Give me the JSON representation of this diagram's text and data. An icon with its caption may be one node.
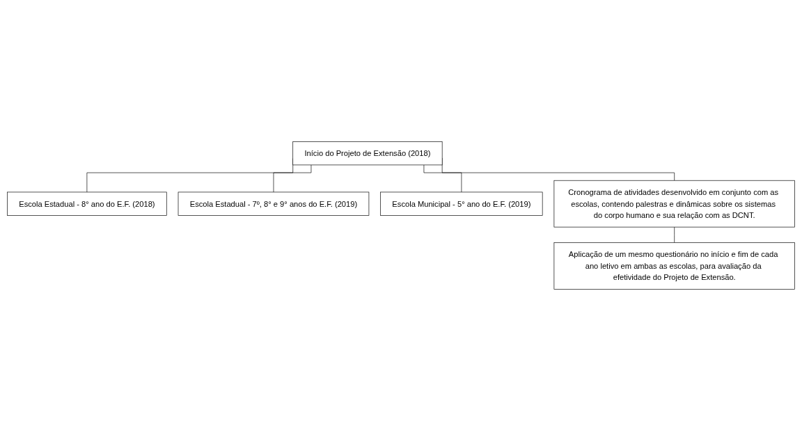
{
  "diagram": {
    "nodes": [
      {
        "text": [
          "Início do Projeto de Extensão (2018)"
        ]
      },
      {
        "text": [
          "Escola Estadual - 8° ano do E.F. (2018)"
        ]
      },
      {
        "text": [
          "Escola Estadual - 7º, 8° e 9° anos do E.F. (2019)"
        ]
      },
      {
        "text": [
          "Escola Municipal - 5° ano do E.F. (2019)"
        ]
      },
      {
        "text": [
          "Cronograma de atividades desenvolvido em conjunto com as escolas, contendo palestras e dinâmicas sobre os sistemas do corpo humano e sua relação com as DCNT."
        ]
      },
      {
        "text": [
          "Aplicação de um mesmo questionário no início e fim de cada ano letivo em ambas as escolas, para avaliação da efetividade do Projeto de Extensão."
        ]
      }
    ],
    "edges": [
      {
        "from": 0,
        "to": 1,
        "arrow": "none"
      },
      {
        "from": 0,
        "to": 2,
        "arrow": "none"
      },
      {
        "from": 0,
        "to": 3,
        "arrow": "none"
      },
      {
        "from": 0,
        "to": 4,
        "arrow": "none"
      },
      {
        "from": 4,
        "to": 5,
        "arrow": "none"
      }
    ]
  }
}
